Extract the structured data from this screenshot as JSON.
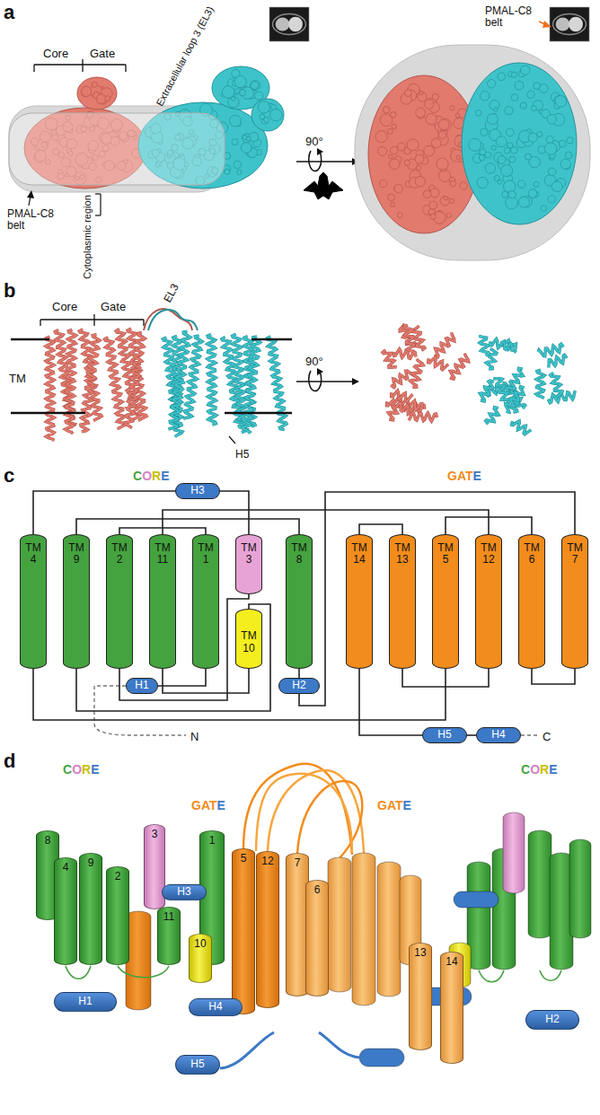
{
  "diagram": {
    "nodes": [
      {
        "text": [
          "H3"
        ]
      },
      {
        "text": [
          "TM 4"
        ]
      },
      {
        "text": [
          "TM 9"
        ]
      },
      {
        "text": [
          "TM 2"
        ]
      },
      {
        "text": [
          "TM 11"
        ]
      },
      {
        "text": [
          "TM 1"
        ]
      },
      {
        "text": [
          "TM 3"
        ]
      },
      {
        "text": [
          "TM 10"
        ]
      },
      {
        "text": [
          "TM 8"
        ]
      },
      {
        "text": [
          "TM 14"
        ]
      },
      {
        "text": [
          "TM 13"
        ]
      },
      {
        "text": [
          "TM 5"
        ]
      },
      {
        "text": [
          "TM 12"
        ]
      },
      {
        "text": [
          "TM 6"
        ]
      },
      {
        "text": [
          "TM 7"
        ]
      },
      {
        "text": [
          "H1"
        ]
      },
      {
        "text": [
          "H2"
        ]
      },
      {
        "text": [
          "H5"
        ]
      },
      {
        "text": [
          "H4"
        ]
      },
      {
        "text": [
          "8"
        ]
      },
      {
        "text": [
          "4"
        ]
      },
      {
        "text": [
          "9"
        ]
      },
      {
        "text": [
          "2"
        ]
      },
      {
        "text": [
          "3"
        ]
      },
      {
        "text": [
          "11"
        ]
      },
      {
        "text": [
          "1"
        ]
      },
      {
        "text": [
          "5"
        ]
      },
      {
        "text": [
          "12"
        ]
      },
      {
        "text": [
          "7"
        ]
      },
      {
        "text": [
          "6"
        ]
      },
      {
        "text": [
          "H3"
        ]
      },
      {
        "text": [
          "10"
        ]
      },
      {
        "text": [
          "13"
        ]
      },
      {
        "text": [
          "14"
        ]
      },
      {
        "text": [
          "H1"
        ]
      },
      {
        "text": [
          "H4"
        ]
      },
      {
        "text": [
          "H2"
        ]
      },
      {
        "text": [
          "H5"
        ]
      }
    ],
    "edges": [
      {
        "from": 15,
        "to": 5,
        "arrow": "none"
      },
      {
        "from": 5,
        "to": 3,
        "arrow": "none"
      },
      {
        "from": 3,
        "to": 6,
        "arrow": "none"
      },
      {
        "from": 6,
        "to": 0,
        "arrow": "none"
      },
      {
        "from": 0,
        "to": 1,
        "arrow": "none"
      },
      {
        "from": 1,
        "to": 11,
        "arrow": "none"
      },
      {
        "from": 11,
        "to": 13,
        "arrow": "none"
      },
      {
        "from": 13,
        "to": 14,
        "arrow": "none"
      },
      {
        "from": 14,
        "to": 16,
        "arrow": "none"
      },
      {
        "from": 16,
        "to": 8,
        "arrow": "none"
      },
      {
        "from": 8,
        "to": 2,
        "arrow": "none"
      },
      {
        "from": 2,
        "to": 7,
        "arrow": "none"
      },
      {
        "from": 7,
        "to": 4,
        "arrow": "none"
      },
      {
        "from": 4,
        "to": 12,
        "arrow": "none"
      },
      {
        "from": 12,
        "to": 10,
        "arrow": "none"
      },
      {
        "from": 10,
        "to": 9,
        "arrow": "none"
      },
      {
        "from": 9,
        "to": 17,
        "arrow": "none"
      },
      {
        "from": 17,
        "to": 18,
        "arrow": "none"
      }
    ],
    "labels": [
      "a",
      "Extracellular loop 3 (EL3)",
      "Core",
      "Gate",
      "PMAL-C8 belt",
      "Cytoplasmic region",
      "90°",
      "PMAL-C8 belt",
      "b",
      "EL3",
      "Core",
      "Gate",
      "TM",
      "H5",
      "90°",
      "c",
      "CORE",
      "GATE",
      "N",
      "C",
      "d",
      "CORE",
      "GATE",
      "GATE",
      "CORE"
    ]
  }
}
